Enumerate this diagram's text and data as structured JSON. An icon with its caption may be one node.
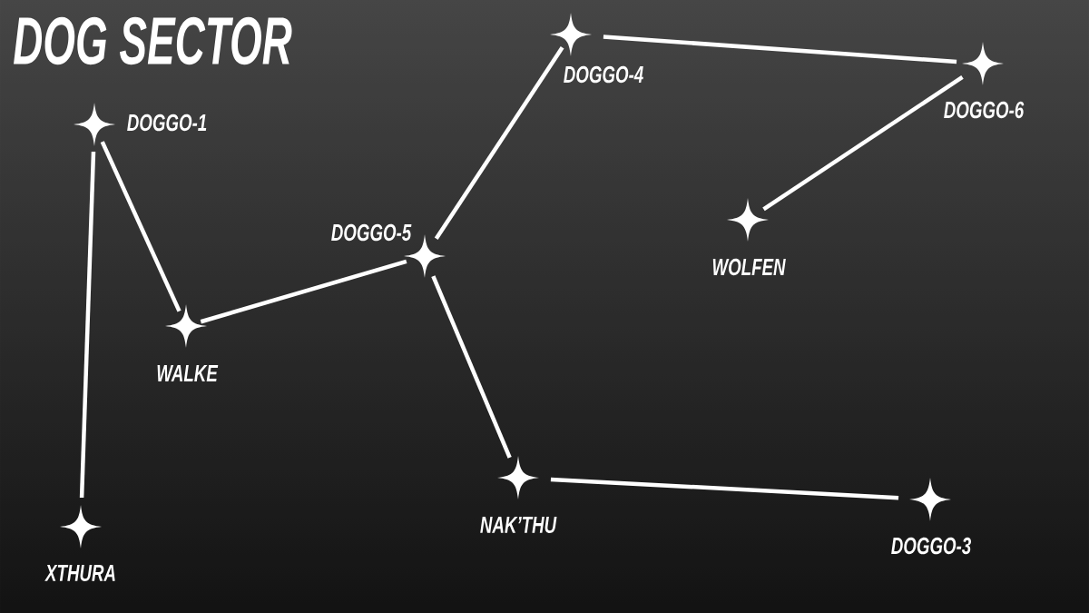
{
  "diagram": {
    "title": "DOG SECTOR",
    "nodes": [
      {
        "text": [],
        "shape": "star",
        "beside": [
          "DOGGO-4"
        ]
      },
      {
        "text": [],
        "shape": "star",
        "beside": [
          "DOGGO-6"
        ]
      },
      {
        "text": [],
        "shape": "star",
        "beside": [
          "DOGGO-1"
        ]
      },
      {
        "text": [],
        "shape": "star",
        "beside": [
          "WOLFEN"
        ]
      },
      {
        "text": [],
        "shape": "star",
        "beside": [
          "DOGGO-5"
        ]
      },
      {
        "text": [],
        "shape": "star",
        "beside": [
          "WALKE"
        ]
      },
      {
        "text": [],
        "shape": "star",
        "beside": [
          "NAK’THU"
        ]
      },
      {
        "text": [],
        "shape": "star",
        "beside": [
          "DOGGO-3"
        ]
      },
      {
        "text": [],
        "shape": "star",
        "beside": [
          "XTHURA"
        ]
      }
    ],
    "edges": [
      {
        "from": 2,
        "to": 8,
        "arrow": "none"
      },
      {
        "from": 2,
        "to": 5,
        "arrow": "none"
      },
      {
        "from": 5,
        "to": 4,
        "arrow": "none"
      },
      {
        "from": 4,
        "to": 0,
        "arrow": "none"
      },
      {
        "from": 0,
        "to": 1,
        "arrow": "none"
      },
      {
        "from": 1,
        "to": 3,
        "arrow": "none"
      },
      {
        "from": 4,
        "to": 6,
        "arrow": "none"
      },
      {
        "from": 6,
        "to": 7,
        "arrow": "none"
      }
    ]
  }
}
